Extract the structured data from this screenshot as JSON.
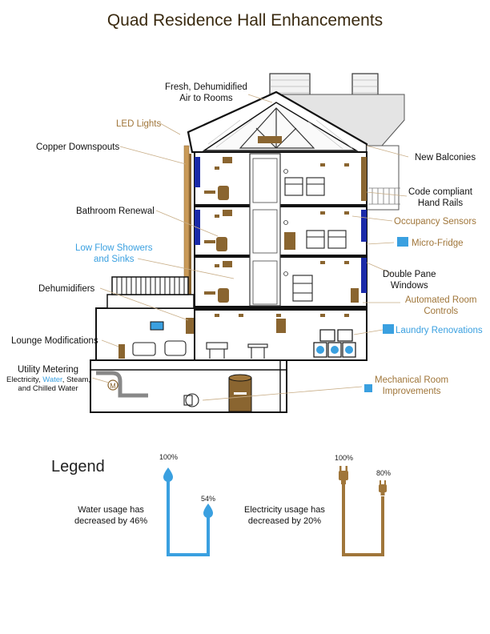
{
  "title": "Quad Residence Hall Enhancements",
  "labels": {
    "fresh_air": [
      "Fresh, Dehumidified",
      "Air to Rooms"
    ],
    "led_lights": "LED Lights",
    "copper_downspouts": "Copper Downspouts",
    "new_balconies": "New Balconies",
    "hand_rails": [
      "Code compliant",
      "Hand Rails"
    ],
    "bathroom_renewal": "Bathroom Renewal",
    "occupancy_sensors": "Occupancy Sensors",
    "micro_fridge": "Micro-Fridge",
    "low_flow": [
      "Low Flow Showers",
      "and Sinks"
    ],
    "double_pane": [
      "Double Pane",
      "Windows"
    ],
    "dehumidifiers": "Dehumidifiers",
    "automated_controls": [
      "Automated Room",
      "Controls"
    ],
    "lounge_mods": "Lounge Modifications",
    "laundry": "Laundry Renovations",
    "utility_metering": "Utility Metering",
    "utility_sub1": "Electricity, ",
    "utility_water": "Water",
    "utility_sub2": ", Steam,",
    "utility_sub3": "and Chilled Water",
    "mechanical": [
      "Mechanical Room",
      "Improvements"
    ],
    "meter_letter": "M"
  },
  "legend": {
    "title": "Legend",
    "water_top": "100%",
    "water_low": "54%",
    "water_text": [
      "Water usage has",
      "decreased by 46%"
    ],
    "elec_top": "100%",
    "elec_low": "80%",
    "elec_text": [
      "Electricity usage has",
      "decreased by 20%"
    ]
  },
  "colors": {
    "brown": "#a0763a",
    "blue": "#3aa0e0",
    "window_blue": "#1a2aa8",
    "dark": "#111111"
  }
}
